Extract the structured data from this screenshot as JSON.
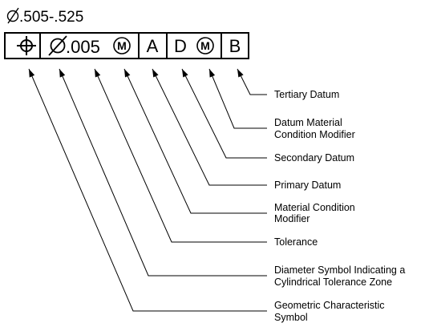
{
  "dimension": {
    "symbol": "Ø",
    "value": ".505-.525"
  },
  "control_frame": {
    "characteristic_icon": "position-crosshair-icon",
    "diameter_symbol": "Ø",
    "tolerance": ".005",
    "tolerance_modifier": "M",
    "primary_datum": "A",
    "secondary_datum": "D",
    "secondary_modifier": "M",
    "tertiary_datum": "B"
  },
  "callouts": [
    {
      "id": "tertiary-datum",
      "lines": [
        "Tertiary Datum"
      ]
    },
    {
      "id": "datum-material-condition-modifier",
      "lines": [
        "Datum Material",
        "Condition Modifier"
      ]
    },
    {
      "id": "secondary-datum",
      "lines": [
        "Secondary Datum"
      ]
    },
    {
      "id": "primary-datum",
      "lines": [
        "Primary Datum"
      ]
    },
    {
      "id": "material-condition-modifier",
      "lines": [
        "Material Condition",
        "Modifier"
      ]
    },
    {
      "id": "tolerance",
      "lines": [
        "Tolerance"
      ]
    },
    {
      "id": "diameter-symbol",
      "lines": [
        "Diameter Symbol Indicating a",
        "Cylindrical Tolerance Zone"
      ]
    },
    {
      "id": "geometric-characteristic",
      "lines": [
        "Geometric Characteristic",
        "Symbol"
      ]
    }
  ]
}
